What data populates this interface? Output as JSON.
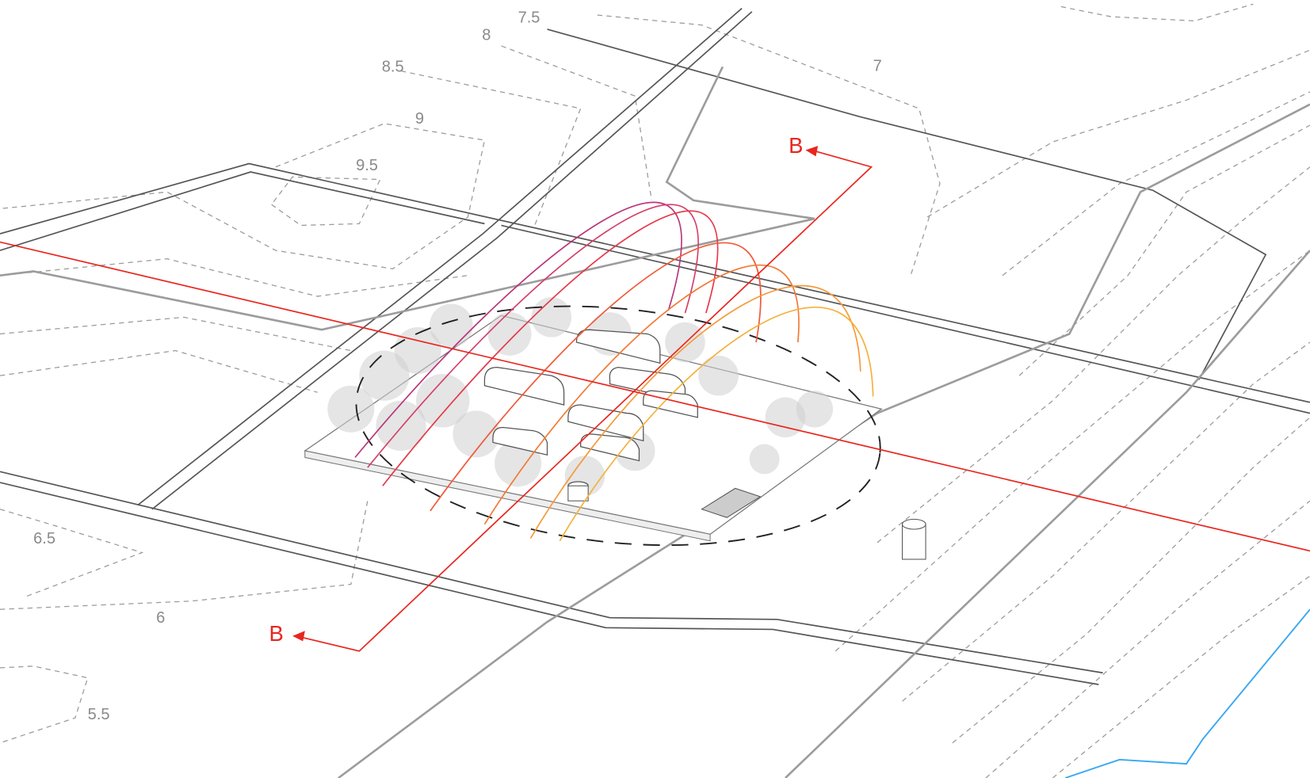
{
  "contour_labels": [
    "7.5",
    "8",
    "8.5",
    "9",
    "9.5",
    "7",
    "6.5",
    "6",
    "5.5"
  ],
  "section": {
    "label_top": "B",
    "label_bottom": "B"
  },
  "colors": {
    "section_line": "#e8261e",
    "water": "#3aa8f0",
    "contour": "#9a9a9a",
    "road": "#555555"
  },
  "sun_path_colors": [
    "#b9367a",
    "#d4406a",
    "#e5394a",
    "#ef5a3a",
    "#f27a36",
    "#f59a3a",
    "#f3b23e"
  ]
}
